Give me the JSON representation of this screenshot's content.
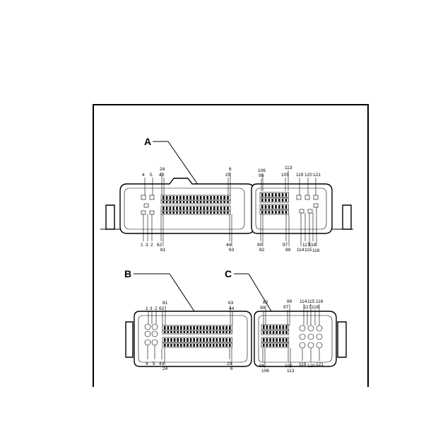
{
  "callouts": {
    "a": "A",
    "b": "B",
    "c": "C"
  },
  "view_a": {
    "left_top": [
      "4",
      "5",
      "24",
      "43",
      "6",
      "25"
    ],
    "left_bottom": [
      "1",
      "3",
      "2",
      "62",
      "81",
      "44",
      "63"
    ],
    "right_top": [
      "106",
      "98",
      "113",
      "105",
      "119",
      "120",
      "121"
    ],
    "right_bottom": [
      "90",
      "82",
      "97",
      "89",
      "114",
      "117",
      "118",
      "115",
      "116"
    ]
  },
  "view_b": {
    "top": [
      "1",
      "3",
      "2",
      "81",
      "62",
      "63",
      "44"
    ],
    "bottom": [
      "4",
      "5",
      "43",
      "24",
      "25",
      "6"
    ]
  },
  "view_c": {
    "top": [
      "82",
      "90",
      "89",
      "97",
      "114",
      "115",
      "116",
      "117",
      "118"
    ],
    "bottom": [
      "98",
      "106",
      "105",
      "113",
      "119",
      "120",
      "121"
    ]
  }
}
